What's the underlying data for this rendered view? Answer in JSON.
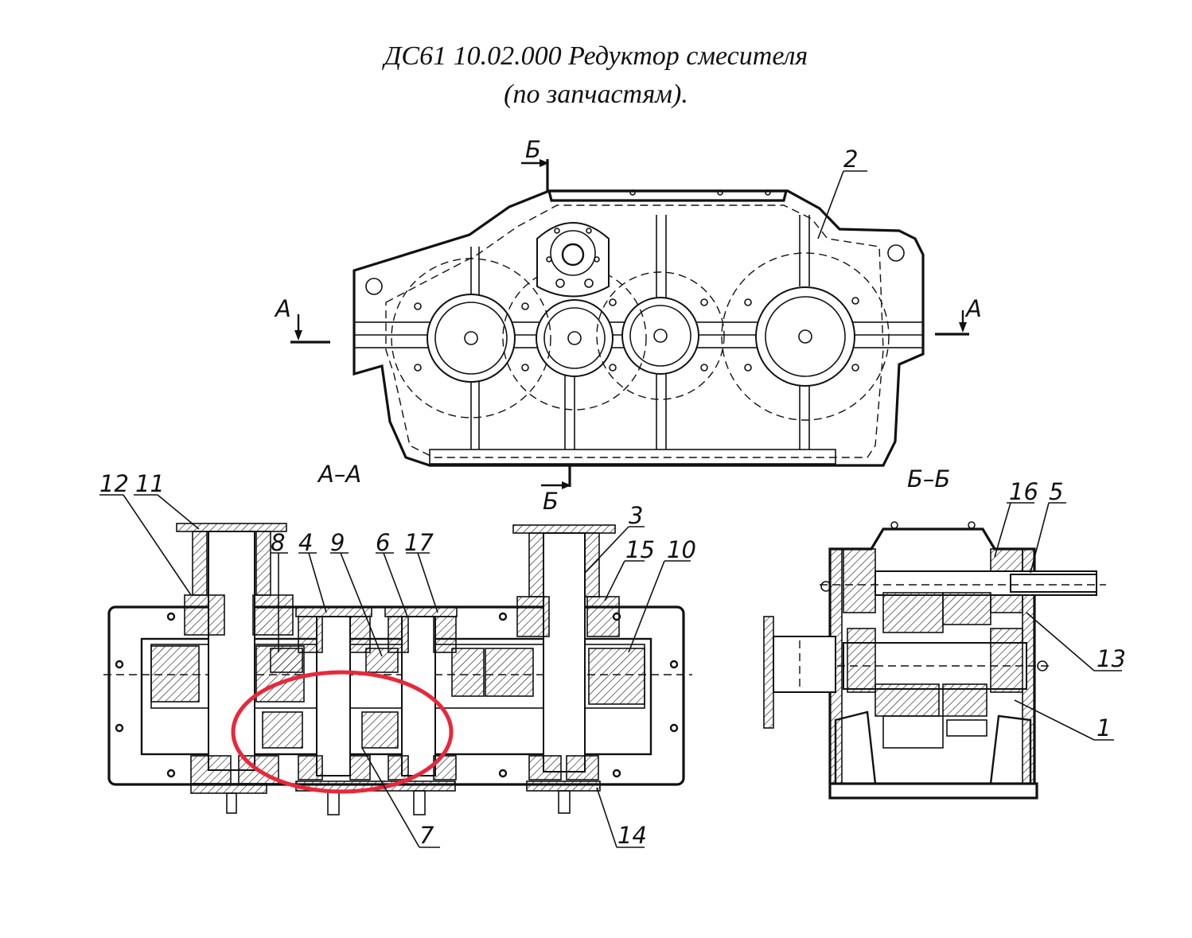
{
  "title": {
    "line1": "ДС61 10.02.000 Редуктор смесителя",
    "line2": "(по запчастям)."
  },
  "views": {
    "top_section_marks": {
      "a_left": "А",
      "a_right": "А",
      "b_top": "Б",
      "b_bottom": "Б"
    },
    "section_aa": "А–А",
    "section_bb": "Б–Б"
  },
  "part_labels": {
    "p1": "1",
    "p2": "2",
    "p3": "3",
    "p4": "4",
    "p5": "5",
    "p6": "6",
    "p7": "7",
    "p8": "8",
    "p9": "9",
    "p10": "10",
    "p11": "11",
    "p12": "12",
    "p13": "13",
    "p14": "14",
    "p15": "15",
    "p16": "16",
    "p17": "17"
  },
  "highlight_color": "#e8283a"
}
